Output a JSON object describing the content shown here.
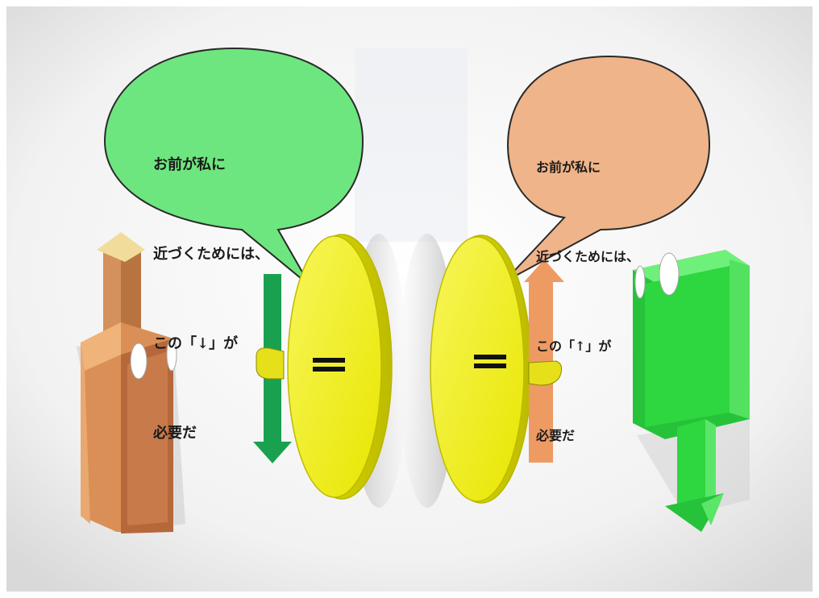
{
  "scene": {
    "left_bubble": {
      "lines": [
        "お前が私に",
        "近づくためには、",
        "この「↓」が",
        "必要だ"
      ],
      "color": "#6ee67f"
    },
    "right_bubble": {
      "lines": [
        "お前が私に",
        "近づくためには、",
        "この「↑」が",
        "必要だ"
      ],
      "color": "#f0b48a"
    },
    "left_coin_symbol": "＝",
    "right_coin_symbol": "＝",
    "colors": {
      "coin_yellow": "#f3f21a",
      "left_arrow_green": "#1aa14f",
      "right_arrow_orange": "#ee9a63",
      "brown_plug": "#b6683b",
      "green_plug": "#2ed63f"
    }
  }
}
